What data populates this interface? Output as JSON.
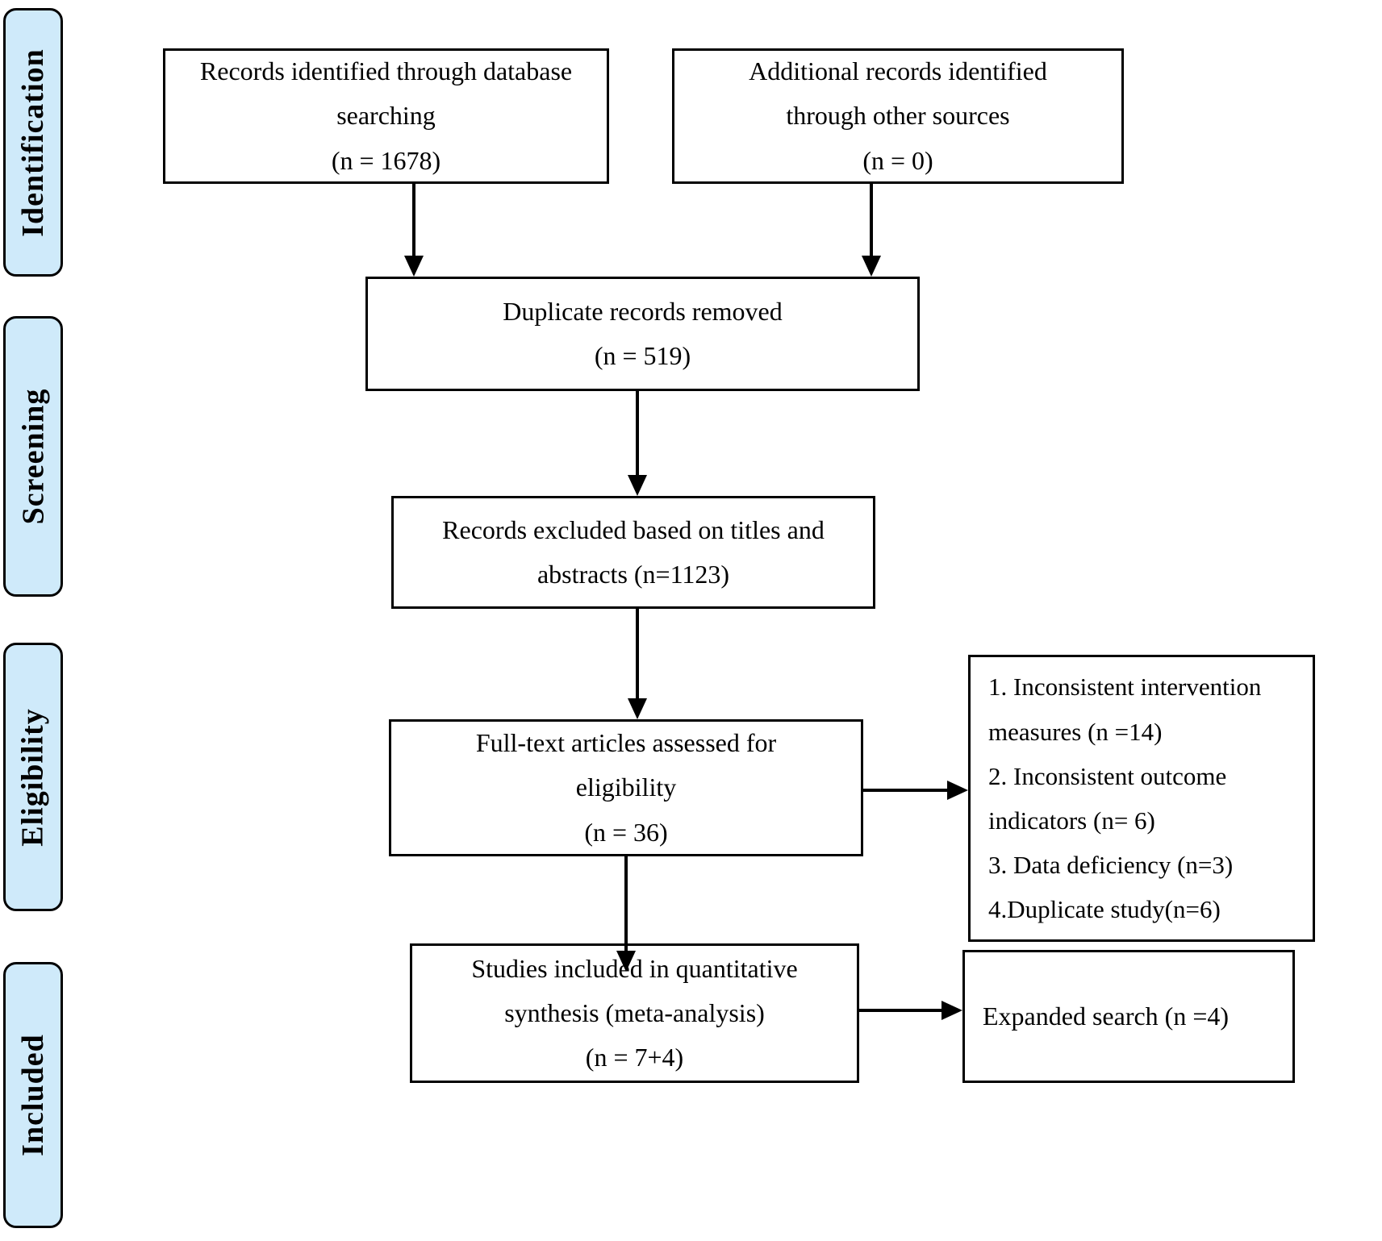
{
  "diagram": {
    "title": "PRISMA study selection flow diagram",
    "stages": {
      "identification": {
        "label": "Identification"
      },
      "screening": {
        "label": "Screening"
      },
      "eligibility": {
        "label": "Eligibility"
      },
      "included": {
        "label": "Included"
      }
    },
    "boxes": {
      "records_identified": {
        "lines": [
          "Records identified through database",
          "searching",
          "(n = 1678)"
        ],
        "n": 1678
      },
      "additional_records": {
        "lines": [
          "Additional records identified",
          "through other sources",
          "(n = 0)"
        ],
        "n": 0
      },
      "duplicates_removed": {
        "lines": [
          "Duplicate records removed",
          "(n = 519)"
        ],
        "n": 519
      },
      "records_excluded": {
        "lines": [
          "Records excluded based on titles and",
          "abstracts (n=1123)"
        ],
        "n": 1123
      },
      "fulltext_assessed": {
        "lines": [
          "Full-text articles assessed for",
          "eligibility",
          "(n = 36)"
        ],
        "n": 36
      },
      "exclusion_reasons": {
        "lines": [
          "1. Inconsistent intervention",
          "measures (n =14)",
          "2. Inconsistent outcome",
          "indicators (n= 6)",
          "3. Data deficiency (n=3)",
          "4.Duplicate study(n=6)"
        ]
      },
      "studies_included": {
        "lines": [
          "Studies included in quantitative",
          "synthesis (meta-analysis)",
          "(n = 7+4)"
        ],
        "n": "7+4"
      },
      "expanded_search": {
        "lines": [
          "Expanded search (n =4)"
        ],
        "n": 4
      }
    },
    "colors": {
      "stage_fill": "#cfeafa",
      "box_fill": "#ffffff",
      "border": "#000000",
      "text": "#000000"
    }
  }
}
